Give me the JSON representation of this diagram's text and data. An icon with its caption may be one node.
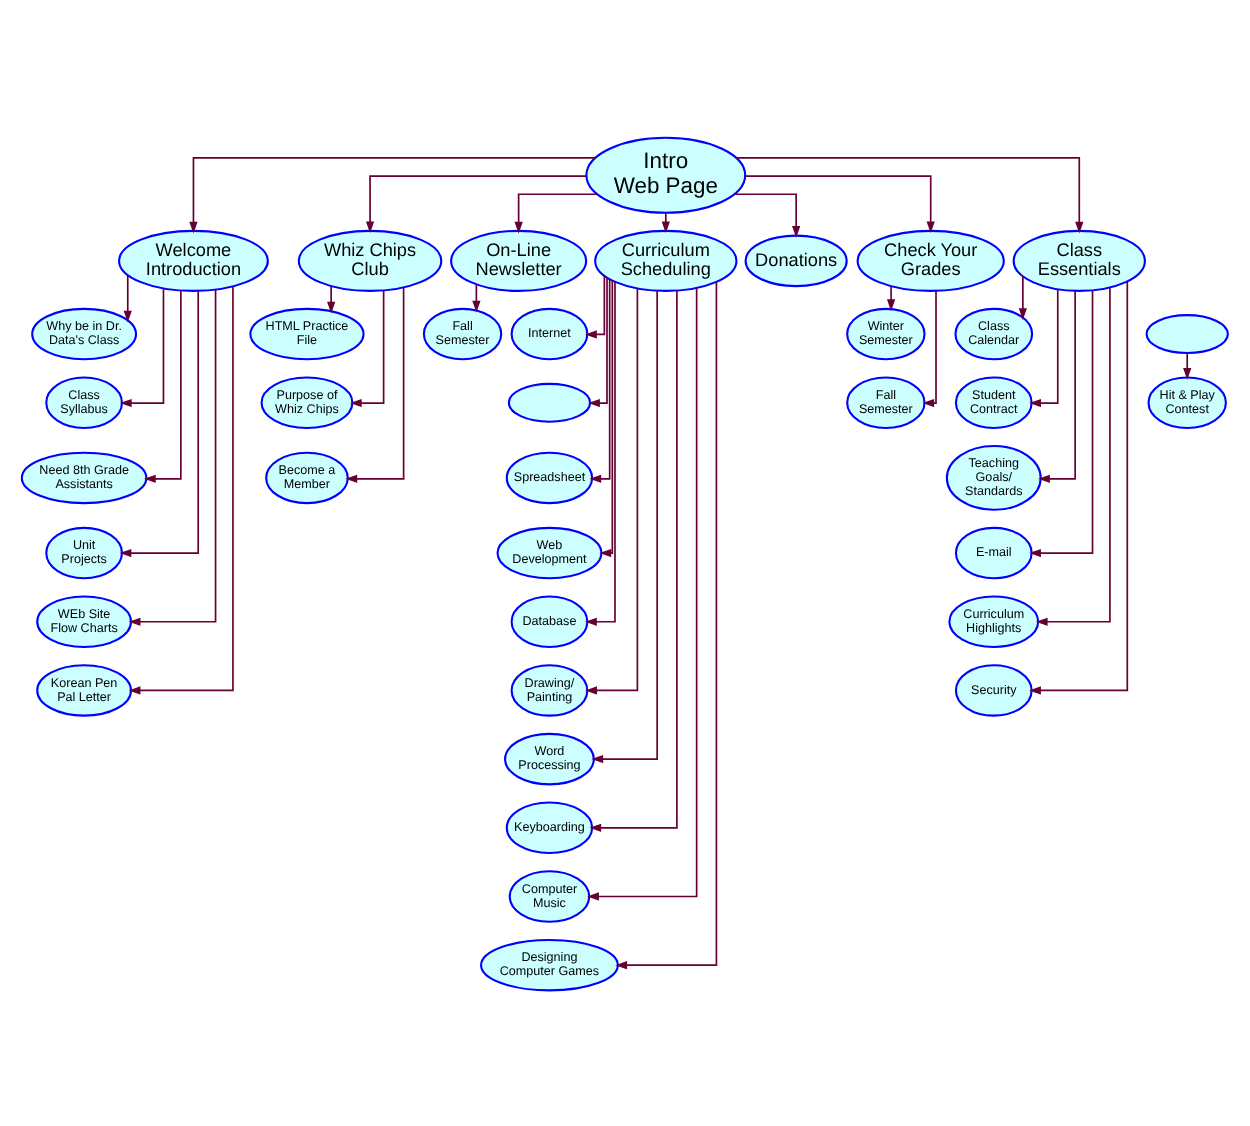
{
  "diagram": {
    "nodes": [
      {
        "text": [
          "Intro Web Page"
        ]
      },
      {
        "text": [
          "Welcome Introduction"
        ]
      },
      {
        "text": [
          "Whiz Chips Club"
        ]
      },
      {
        "text": [
          "On-Line Newsletter"
        ]
      },
      {
        "text": [
          "Curriculum Scheduling"
        ]
      },
      {
        "text": [
          "Donations"
        ]
      },
      {
        "text": [
          "Check Your Grades"
        ]
      },
      {
        "text": [
          "Class Essentials"
        ]
      },
      {
        "text": [
          "Why be in Dr. Data's Class"
        ]
      },
      {
        "text": [
          "Class Syllabus"
        ]
      },
      {
        "text": [
          "Need 8th Grade Assistants"
        ]
      },
      {
        "text": [
          "Unit Projects"
        ]
      },
      {
        "text": [
          "WEb Site Flow Charts"
        ]
      },
      {
        "text": [
          "Korean Pen Pal Letter"
        ]
      },
      {
        "text": [
          "HTML Practice File"
        ]
      },
      {
        "text": [
          "Purpose of Whiz Chips"
        ]
      },
      {
        "text": [
          "Become a Member"
        ]
      },
      {
        "text": [
          "Fall Semester"
        ]
      },
      {
        "text": [
          "Internet"
        ]
      },
      {
        "text": [],
        "shape": "ellipse"
      },
      {
        "text": [
          "Spreadsheet"
        ]
      },
      {
        "text": [
          "Web Development"
        ]
      },
      {
        "text": [
          "Database"
        ]
      },
      {
        "text": [
          "Drawing/ Painting"
        ]
      },
      {
        "text": [
          "Word Processing"
        ]
      },
      {
        "text": [
          "Keyboarding"
        ]
      },
      {
        "text": [
          "Computer Music"
        ]
      },
      {
        "text": [
          "Designing Computer Games"
        ]
      },
      {
        "text": [
          "Winter Semester"
        ]
      },
      {
        "text": [
          "Fall Semester"
        ]
      },
      {
        "text": [
          "Class Calendar"
        ]
      },
      {
        "text": [],
        "shape": "ellipse"
      },
      {
        "text": [
          "Student Contract"
        ]
      },
      {
        "text": [
          "Hit & Play Contest"
        ]
      },
      {
        "text": [
          "Teaching Goals/ Standards"
        ]
      },
      {
        "text": [
          "E-mail"
        ]
      },
      {
        "text": [
          "Curriculum Highlights"
        ]
      },
      {
        "text": [
          "Security"
        ]
      }
    ],
    "edges": [
      {
        "from": 0,
        "to": 1,
        "arrow": "to"
      },
      {
        "from": 0,
        "to": 2,
        "arrow": "to"
      },
      {
        "from": 0,
        "to": 3,
        "arrow": "to"
      },
      {
        "from": 0,
        "to": 4,
        "arrow": "to"
      },
      {
        "from": 0,
        "to": 5,
        "arrow": "to"
      },
      {
        "from": 0,
        "to": 6,
        "arrow": "to"
      },
      {
        "from": 0,
        "to": 7,
        "arrow": "to"
      },
      {
        "from": 1,
        "to": 8,
        "arrow": "to"
      },
      {
        "from": 1,
        "to": 9,
        "arrow": "to"
      },
      {
        "from": 1,
        "to": 10,
        "arrow": "to"
      },
      {
        "from": 1,
        "to": 11,
        "arrow": "to"
      },
      {
        "from": 1,
        "to": 12,
        "arrow": "to"
      },
      {
        "from": 1,
        "to": 13,
        "arrow": "to"
      },
      {
        "from": 2,
        "to": 14,
        "arrow": "to"
      },
      {
        "from": 2,
        "to": 15,
        "arrow": "to"
      },
      {
        "from": 2,
        "to": 16,
        "arrow": "to"
      },
      {
        "from": 3,
        "to": 17,
        "arrow": "to"
      },
      {
        "from": 4,
        "to": 18,
        "arrow": "to"
      },
      {
        "from": 4,
        "to": 19,
        "arrow": "to"
      },
      {
        "from": 4,
        "to": 20,
        "arrow": "to"
      },
      {
        "from": 4,
        "to": 21,
        "arrow": "to"
      },
      {
        "from": 4,
        "to": 22,
        "arrow": "to"
      },
      {
        "from": 4,
        "to": 23,
        "arrow": "to"
      },
      {
        "from": 4,
        "to": 24,
        "arrow": "to"
      },
      {
        "from": 4,
        "to": 25,
        "arrow": "to"
      },
      {
        "from": 4,
        "to": 26,
        "arrow": "to"
      },
      {
        "from": 4,
        "to": 27,
        "arrow": "to"
      },
      {
        "from": 6,
        "to": 28,
        "arrow": "to"
      },
      {
        "from": 6,
        "to": 29,
        "arrow": "to"
      },
      {
        "from": 7,
        "to": 30,
        "arrow": "to"
      },
      {
        "from": 7,
        "to": 32,
        "arrow": "to"
      },
      {
        "from": 7,
        "to": 34,
        "arrow": "to"
      },
      {
        "from": 7,
        "to": 35,
        "arrow": "to"
      },
      {
        "from": 7,
        "to": 36,
        "arrow": "to"
      },
      {
        "from": 7,
        "to": 37,
        "arrow": "to"
      },
      {
        "from": 31,
        "to": 33,
        "arrow": "to"
      }
    ]
  }
}
